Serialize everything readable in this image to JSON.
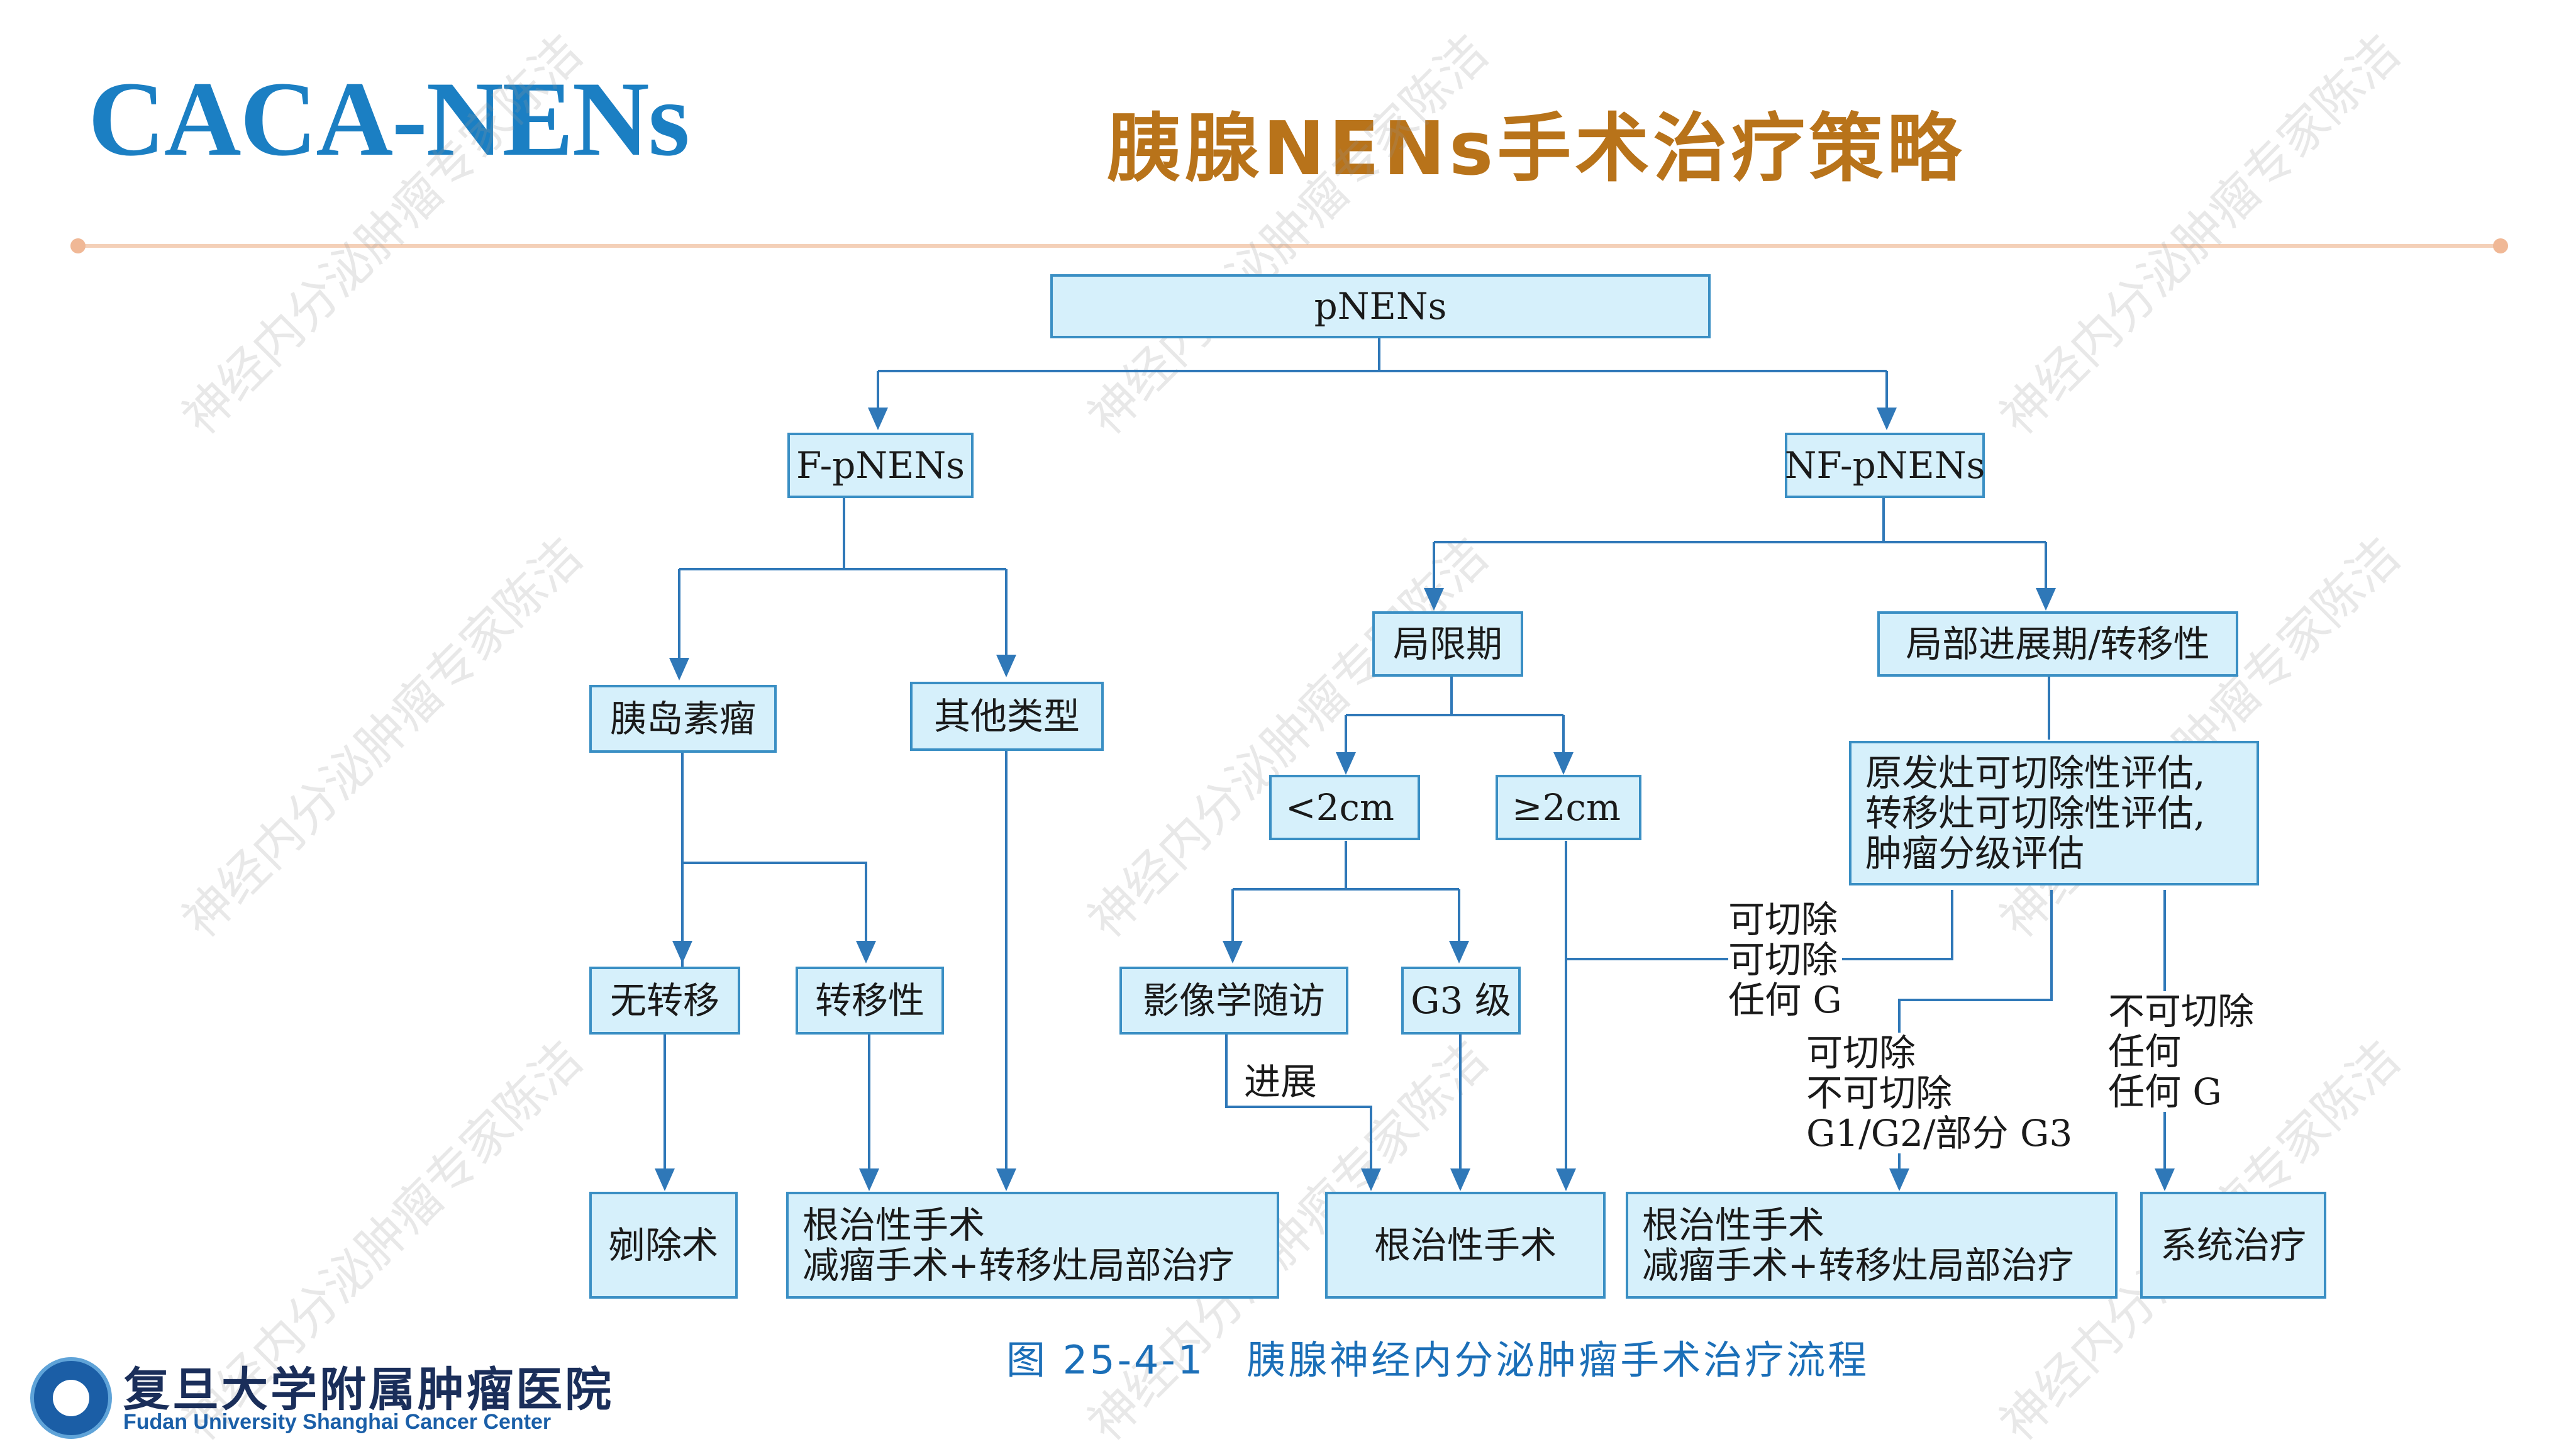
{
  "header": {
    "brand": "CACA-NENs",
    "title": "胰腺NENs手术治疗策略"
  },
  "watermark": "神经内分泌肿瘤专家陈洁",
  "nodes": {
    "root": "pNENs",
    "f": "F-pNENs",
    "nf": "NF-pNENs",
    "insulinoma": "胰岛素瘤",
    "other": "其他类型",
    "local": "局限期",
    "advanced": "局部进展期/转移性",
    "lt2": "<2cm",
    "ge2": "≥2cm",
    "eval": [
      "原发灶可切除性评估,",
      "转移灶可切除性评估,",
      "肿瘤分级评估"
    ],
    "nomet": "无转移",
    "met": "转移性",
    "imaging": "影像学随访",
    "g3": "G3 级",
    "enucleation": "剜除术",
    "radical_debulk": [
      "根治性手术",
      "减瘤手术+转移灶局部治疗"
    ],
    "radical": "根治性手术",
    "radical_debulk2": [
      "根治性手术",
      "减瘤手术+转移灶局部治疗"
    ],
    "systemic": "系统治疗"
  },
  "labels": {
    "progress": "进展",
    "branch_a": [
      "可切除",
      "可切除",
      "任何 G"
    ],
    "branch_b": [
      "可切除",
      "不可切除",
      "G1/G2/部分 G3"
    ],
    "branch_c": [
      "不可切除",
      "任何",
      "任何 G"
    ]
  },
  "caption": "图 25-4-1　胰腺神经内分泌肿瘤手术治疗流程",
  "logo": {
    "cn": "复旦大学附属肿瘤医院",
    "en": "Fudan University Shanghai Cancer Center"
  },
  "colors": {
    "accent": "#1b7fc3",
    "title": "#b8731a",
    "box_fill": "#d6f0fb",
    "box_border": "#3a8fc4",
    "line": "#2f78b8"
  }
}
